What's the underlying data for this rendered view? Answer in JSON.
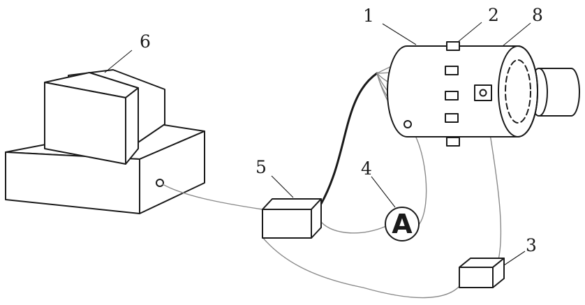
{
  "labels": {
    "motor_body": "1",
    "sensor": "2",
    "acquisition_box_small": "3",
    "ammeter": "4",
    "acquisition_box": "5",
    "computer": "6",
    "motor_housing": "8"
  },
  "ammeter_symbol": "A"
}
